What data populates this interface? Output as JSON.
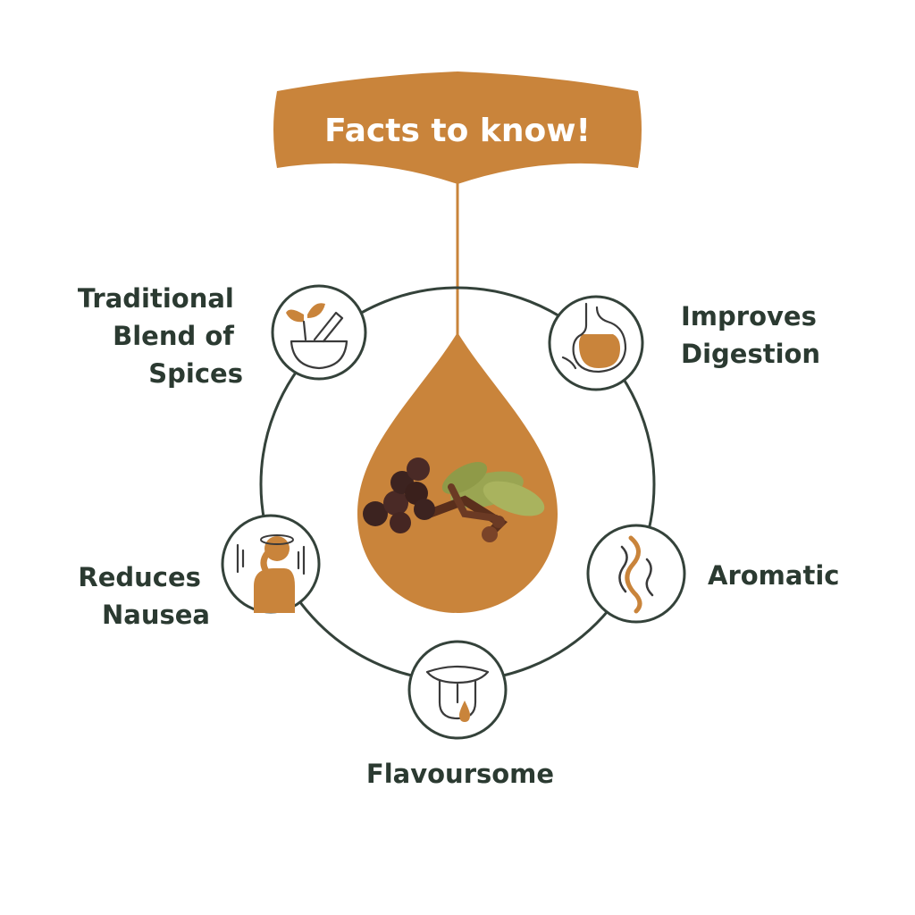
{
  "colors": {
    "accent": "#c9843b",
    "text": "#2b3a31",
    "ring": "#34423a",
    "background": "#ffffff"
  },
  "banner": {
    "title": "Facts to know!"
  },
  "center": {
    "image": "spice-drop-image"
  },
  "facts": [
    {
      "icon": "mortar-pestle-herb-icon",
      "lines": [
        "Traditional",
        "Blend of",
        "Spices"
      ]
    },
    {
      "icon": "stomach-icon",
      "lines": [
        "Improves",
        "Digestion"
      ]
    },
    {
      "icon": "aroma-wave-icon",
      "lines": [
        "Aromatic"
      ]
    },
    {
      "icon": "tongue-drop-icon",
      "lines": [
        "Flavoursome"
      ]
    },
    {
      "icon": "nauseous-person-icon",
      "lines": [
        "Reduces",
        "Nausea"
      ]
    }
  ]
}
